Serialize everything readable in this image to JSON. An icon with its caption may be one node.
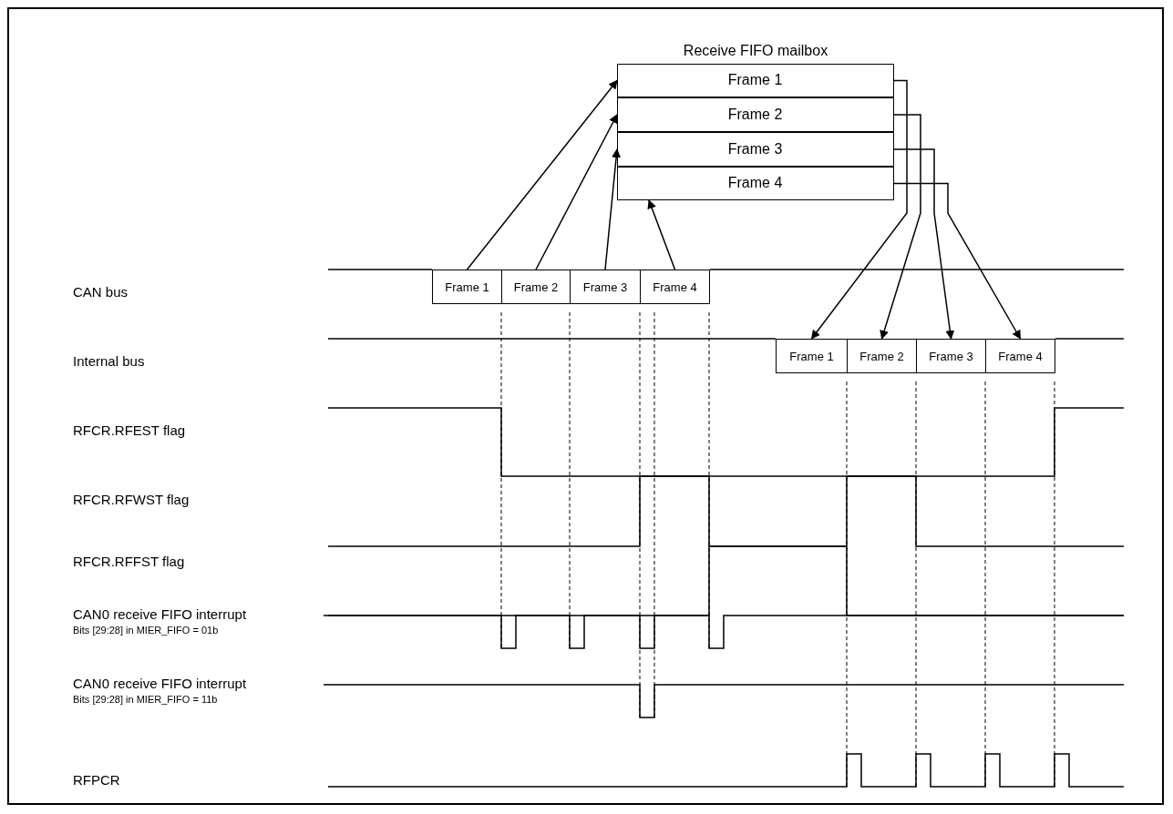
{
  "diagram": {
    "nodes": [
      {
        "text": [
          "Receive FIFO mailbox"
        ]
      },
      {
        "text": [
          "Frame 1"
        ],
        "in": 0
      },
      {
        "text": [
          "Frame 2"
        ],
        "in": 0
      },
      {
        "text": [
          "Frame 3"
        ],
        "in": 0
      },
      {
        "text": [
          "Frame 4"
        ],
        "in": 0
      },
      {
        "text": [
          "Frame 1"
        ]
      },
      {
        "text": [
          "Frame 2"
        ]
      },
      {
        "text": [
          "Frame 3"
        ]
      },
      {
        "text": [
          "Frame 4"
        ]
      },
      {
        "text": [
          "Frame 1"
        ]
      },
      {
        "text": [
          "Frame 2"
        ]
      },
      {
        "text": [
          "Frame 3"
        ]
      },
      {
        "text": [
          "Frame 4"
        ]
      }
    ],
    "edges": [
      {
        "from": 5,
        "to": 1,
        "arrow": "to"
      },
      {
        "from": 6,
        "to": 2,
        "arrow": "to"
      },
      {
        "from": 7,
        "to": 3,
        "arrow": "to"
      },
      {
        "from": 8,
        "to": 4,
        "arrow": "to"
      },
      {
        "from": 1,
        "to": 9,
        "arrow": "to"
      },
      {
        "from": 2,
        "to": 10,
        "arrow": "to"
      },
      {
        "from": 3,
        "to": 11,
        "arrow": "to"
      },
      {
        "from": 4,
        "to": 12,
        "arrow": "to"
      }
    ],
    "labels": [
      "CAN bus",
      "Internal bus",
      "RFCR.RFEST flag",
      "RFCR.RFWST flag",
      "RFCR.RFFST flag",
      "CAN0 receive FIFO interrupt",
      "Bits [29:28] in MIER_FIFO = 01b",
      "CAN0 receive FIFO interrupt",
      "Bits [29:28] in MIER_FIFO = 11b",
      "RFPCR"
    ]
  }
}
